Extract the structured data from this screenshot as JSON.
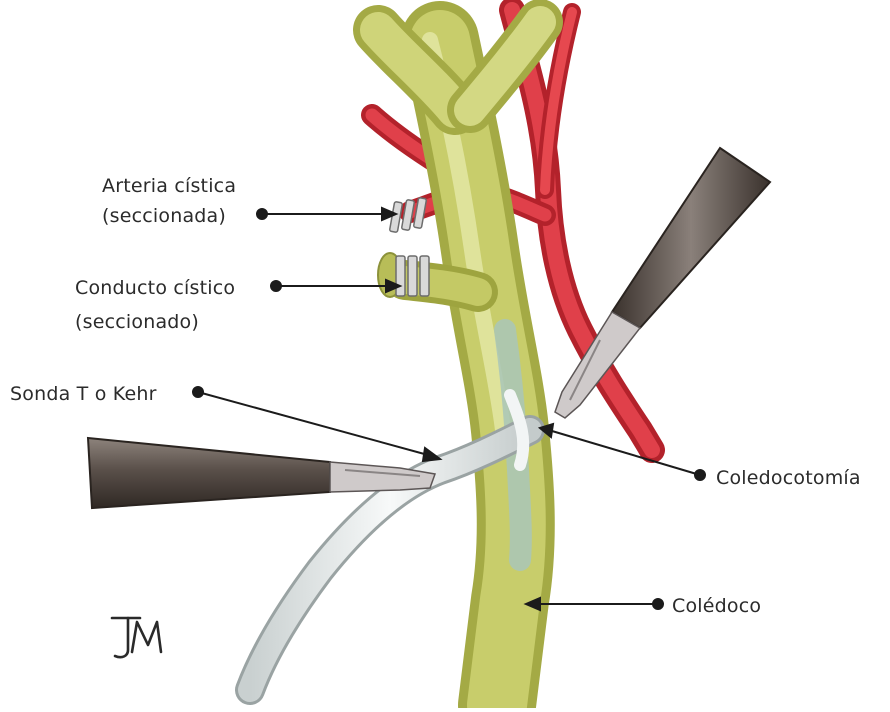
{
  "labels": {
    "arteria_line1": "Arteria cística",
    "arteria_line2": "(seccionada)",
    "conducto_line1": "Conducto cístico",
    "conducto_line2": "(seccionado)",
    "sonda": "Sonda T o Kehr",
    "coledocotomia": "Coledocotomía",
    "coledoco": "Colédoco"
  },
  "signature": "JM",
  "colors": {
    "bile_duct": "#c7cc6a",
    "bile_duct_light": "#e3e7a0",
    "artery": "#d8303a",
    "instrument": "#5e5550",
    "tube": "#e8ecec",
    "clip": "#cfcfcf"
  }
}
